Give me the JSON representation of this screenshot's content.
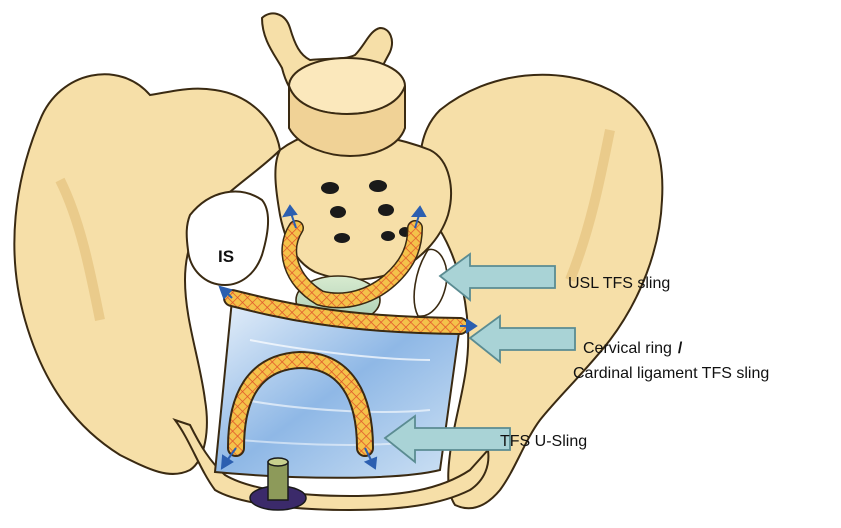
{
  "labels": {
    "is": "IS",
    "usl_sling": "USL TFS sling",
    "cervical_ring": "Cervical ring",
    "slash": "/",
    "cardinal_sling": "Cardinal ligament TFS sling",
    "u_sling": "TFS U-Sling"
  },
  "colors": {
    "bone": "#F6DFA8",
    "bone_outline": "#3a2a12",
    "bone_shadow": "#E3BE78",
    "sling_fill": "#F2B63A",
    "sling_mesh": "#E0512A",
    "arrow_fill": "#A9D3D6",
    "arrow_stroke": "#5b8c92",
    "vagina_fill": "#9DC4E8",
    "anchor_arrow": "#2c5fb0"
  },
  "icons": [
    "arrow-usl-icon",
    "arrow-cervical-icon",
    "arrow-u-sling-icon",
    "anchor-arrow-icon"
  ]
}
